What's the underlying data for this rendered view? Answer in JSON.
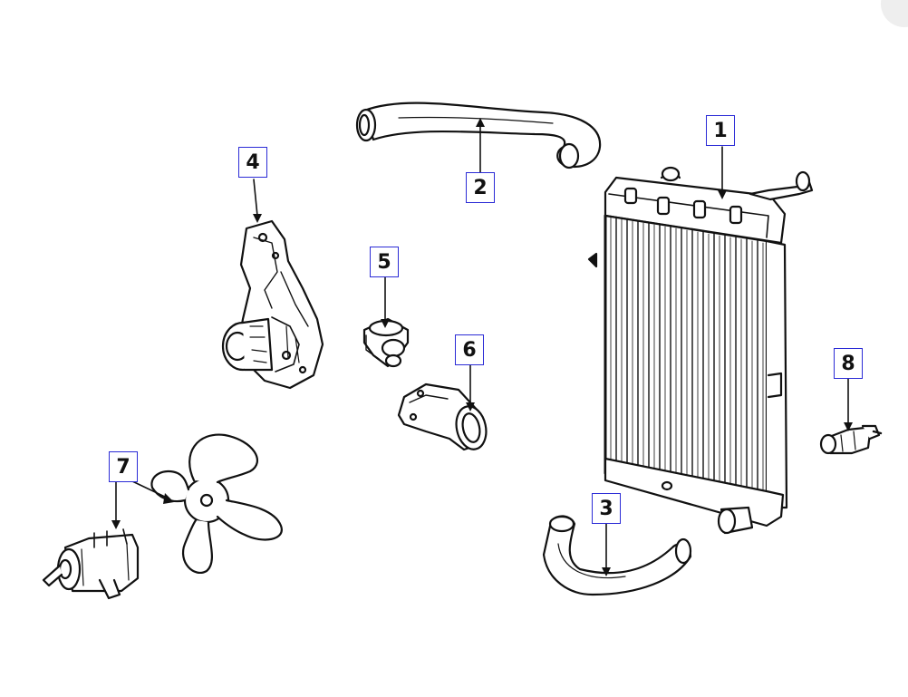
{
  "colors": {
    "callout_border": "#2b2bd6",
    "line": "#111111",
    "background": "#ffffff"
  },
  "callouts": [
    {
      "id": "radiator",
      "label": "1"
    },
    {
      "id": "upper-hose",
      "label": "2"
    },
    {
      "id": "lower-hose",
      "label": "3"
    },
    {
      "id": "water-pump",
      "label": "4"
    },
    {
      "id": "thermostat",
      "label": "5"
    },
    {
      "id": "thermostat-housing",
      "label": "6"
    },
    {
      "id": "fan-motor",
      "label": "7"
    },
    {
      "id": "fan-switch",
      "label": "8"
    }
  ]
}
